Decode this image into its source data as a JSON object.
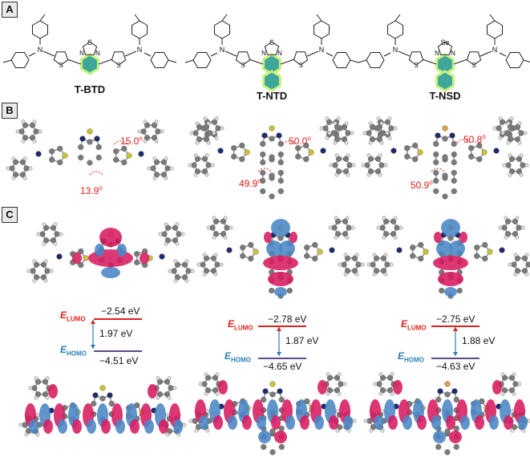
{
  "panels": {
    "a": "A",
    "b": "B",
    "c": "C"
  },
  "molecules": [
    {
      "name": "T-BTD",
      "hetero": "S",
      "fused": false,
      "angles": [
        "15.0",
        "13.9"
      ],
      "lumo_value": "−2.54 eV",
      "homo_value": "−4.51 eV",
      "gap": "1.97 eV"
    },
    {
      "name": "T-NTD",
      "hetero": "S",
      "fused": true,
      "angles": [
        "50.0",
        "49.9"
      ],
      "lumo_value": "−2.78 eV",
      "homo_value": "−4.65 eV",
      "gap": "1.87 eV"
    },
    {
      "name": "T-NSD",
      "hetero": "Se",
      "fused": true,
      "angles": [
        "50.8",
        "50.9"
      ],
      "lumo_value": "−2.75 eV",
      "homo_value": "−4.63 eV",
      "gap": "1.88 eV"
    }
  ],
  "structure_atoms": {
    "nitrogen": "N",
    "sulfur": "S"
  },
  "degree_symbol": "o",
  "energy_labels": {
    "e": "E",
    "lumo": "LUMO",
    "homo": "HOMO"
  },
  "colors": {
    "lumo_red": "#e0201c",
    "homo_blue": "#2a7fb8",
    "angle_red": "#e0201c",
    "orbital_pink": "#d81b60",
    "orbital_blue": "#4a86c5",
    "core_fill": "#3ea69a",
    "core_glow": "#c7f27a",
    "carbon_gray": "#7a7a7a",
    "hydrogen": "#dedede",
    "nitrogen_navy": "#1d2a6b",
    "sulfur_yellow": "#c9c233",
    "selenium": "#d6a24e",
    "homo_line": "#5a4a8a"
  }
}
